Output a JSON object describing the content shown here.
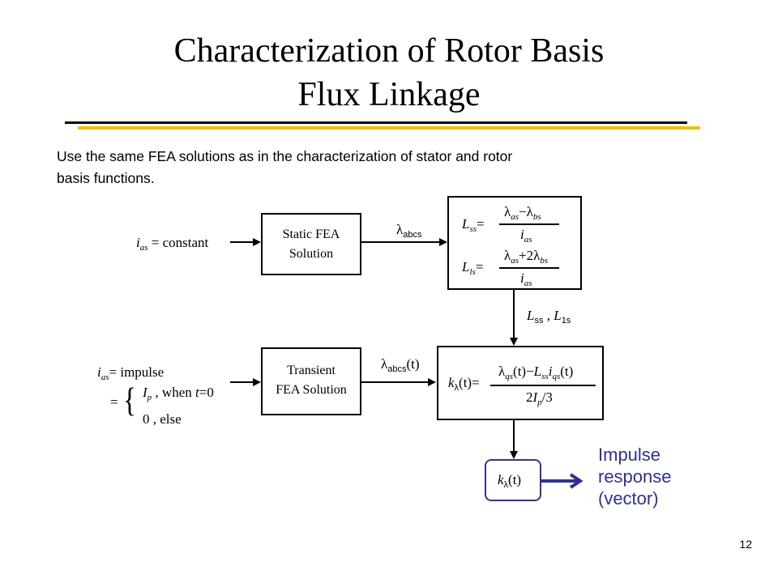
{
  "slide": {
    "title_line1": "Characterization of Rotor Basis",
    "title_line2": "Flux Linkage",
    "intro_line1": "Use the same FEA solutions as in the characterization of stator and rotor",
    "intro_line2": "basis functions.",
    "page_number": "12"
  },
  "diagram": {
    "static_input": {
      "var": "i",
      "sub": "as",
      "text": " = constant"
    },
    "static_block": {
      "line1": "Static FEA",
      "line2": "Solution"
    },
    "static_output": {
      "sym": "λ",
      "sub": "abcs"
    },
    "lss_eq": {
      "lhs": "L",
      "lhs_sub": "ss",
      "eq": "=",
      "num_a": "λ",
      "num_a_sub": "as",
      "op": "−",
      "num_b": "λ",
      "num_b_sub": "bs",
      "den": "i",
      "den_sub": "as"
    },
    "lls_eq": {
      "lhs": "L",
      "lhs_sub": "ls",
      "eq": "=",
      "num_a": "λ",
      "num_a_sub": "as",
      "op": "+2",
      "num_b": "λ",
      "num_b_sub": "bs",
      "den": "i",
      "den_sub": "as"
    },
    "inductance_output": {
      "a": "L",
      "a_sub": "ss",
      "sep": " , ",
      "b": "L",
      "b_sub": "1s"
    },
    "transient_input": {
      "var": "i",
      "sub": "as",
      "text": "= impulse"
    },
    "case1": {
      "var": "I",
      "sub": "p",
      "text": " , when ",
      "cond_var": "t",
      "cond": "=0"
    },
    "case2": {
      "text": "0   , else"
    },
    "equals": "=",
    "transient_block": {
      "line1": "Transient",
      "line2": "FEA Solution"
    },
    "transient_output": {
      "sym": "λ",
      "sub": "abcs",
      "arg": "(t)"
    },
    "k_eq": {
      "lhs": "k",
      "lhs_sub": "λ",
      "lhs_arg": "(t)=",
      "num_a": "λ",
      "num_a_sub": "qs",
      "num_a_arg": "(t)−",
      "num_b": "L",
      "num_b_sub": "ss",
      "num_c": "i",
      "num_c_sub": "qs",
      "num_c_arg": "(t)",
      "den": "2",
      "den_var": "I",
      "den_sub": "p",
      "den_rest": "/3"
    },
    "output_block": {
      "sym": "k",
      "sub": "λ",
      "arg": "(t)"
    },
    "impulse_label": {
      "line1": "Impulse",
      "line2": "response",
      "line3": "(vector)"
    }
  },
  "colors": {
    "accent_yellow": "#f0c000",
    "output_blue": "#2e3192"
  }
}
